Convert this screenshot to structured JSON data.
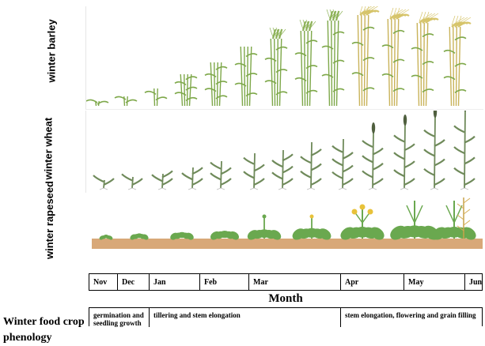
{
  "rows": {
    "barley": "winter barley",
    "wheat": "winter wheat",
    "rapeseed": "winter rapeseed"
  },
  "months": [
    "Nov",
    "Dec",
    "Jan",
    "Feb",
    "Mar",
    "Apr",
    "May",
    "Jun"
  ],
  "axis_title": "Month",
  "phenology": {
    "label": "Winter food crop phenology",
    "stages": [
      "germination and seedling growth",
      "tillering and stem elongation",
      "stem elongation, flowering and grain filling"
    ]
  },
  "colors": {
    "barley_leaf": "#7ea84a",
    "barley_stem": "#c9b35a",
    "wheat_leaf": "#6f8a5a",
    "rapeseed_leaf": "#6aa84f",
    "soil": "#d8a878",
    "flower": "#e8c23a"
  }
}
